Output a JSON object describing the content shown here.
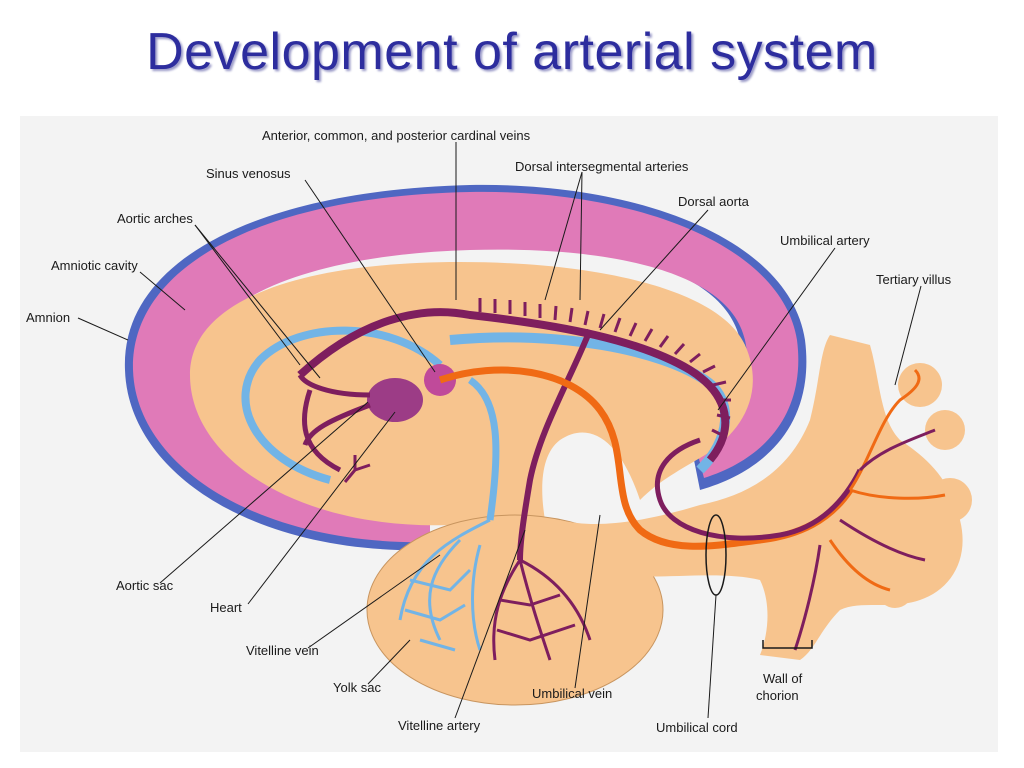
{
  "title": "Development of arterial system",
  "labels": {
    "cardinal_veins": "Anterior, common, and posterior cardinal veins",
    "sinus_venosus": "Sinus venosus",
    "dorsal_intersegmental": "Dorsal intersegmental arteries",
    "dorsal_aorta": "Dorsal aorta",
    "aortic_arches": "Aortic arches",
    "umbilical_artery": "Umbilical artery",
    "amniotic_cavity": "Amniotic cavity",
    "tertiary_villus": "Tertiary villus",
    "amnion": "Amnion",
    "aortic_sac": "Aortic sac",
    "heart": "Heart",
    "vitelline_vein": "Vitelline vein",
    "yolk_sac": "Yolk sac",
    "vitelline_artery": "Vitelline artery",
    "umbilical_vein": "Umbilical vein",
    "umbilical_cord": "Umbilical cord",
    "wall_of_chorion_1": "Wall of",
    "wall_of_chorion_2": "chorion"
  },
  "colors": {
    "title": "#2d2d9e",
    "amnion": "#4f67c2",
    "amniotic_cavity": "#e07ab8",
    "tissue": "#f7c48e",
    "veins": "#72b4e6",
    "arteries": "#7e1e5e",
    "umbilical_vein": "#f06a14"
  }
}
